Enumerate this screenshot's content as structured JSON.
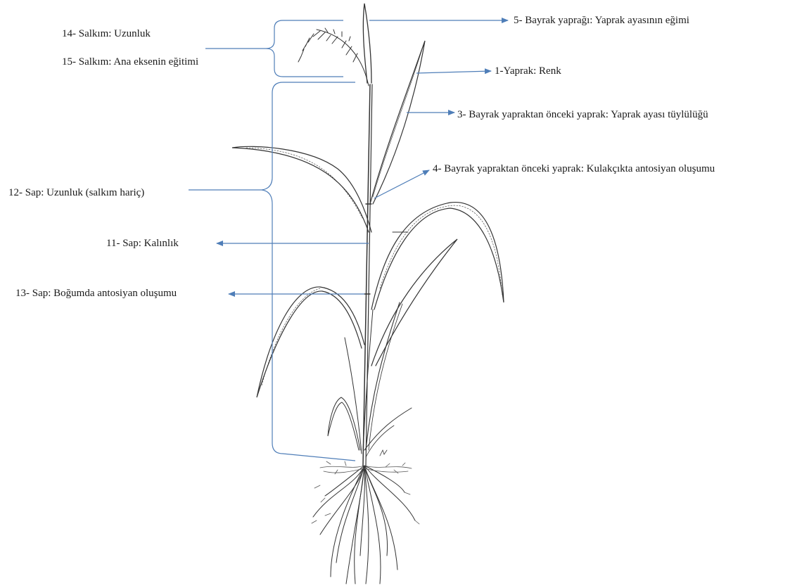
{
  "labels": {
    "l14": "14- Salkım:  Uzunluk",
    "l15": "15- Salkım:  Ana eksenin eğitimi",
    "l12": "12- Sap: Uzunluk  (salkım  hariç)",
    "l11": "11- Sap: Kalınlık",
    "l13": "13- Sap: Boğumda  antosiyan  oluşumu",
    "l5": "5- Bayrak  yaprağı:  Yaprak ayasının  eğimi",
    "l1": "1-Yaprak:  Renk",
    "l3": "3- Bayrak  yapraktan  önceki  yaprak:  Yaprak ayası tüylülüğü",
    "l4": "4- Bayrak  yapraktan  önceki  yaprak:  Kulakçıkta  antosiyan  oluşumu"
  },
  "colors": {
    "annotation": "#4f7eb8",
    "plant": "#333333"
  }
}
